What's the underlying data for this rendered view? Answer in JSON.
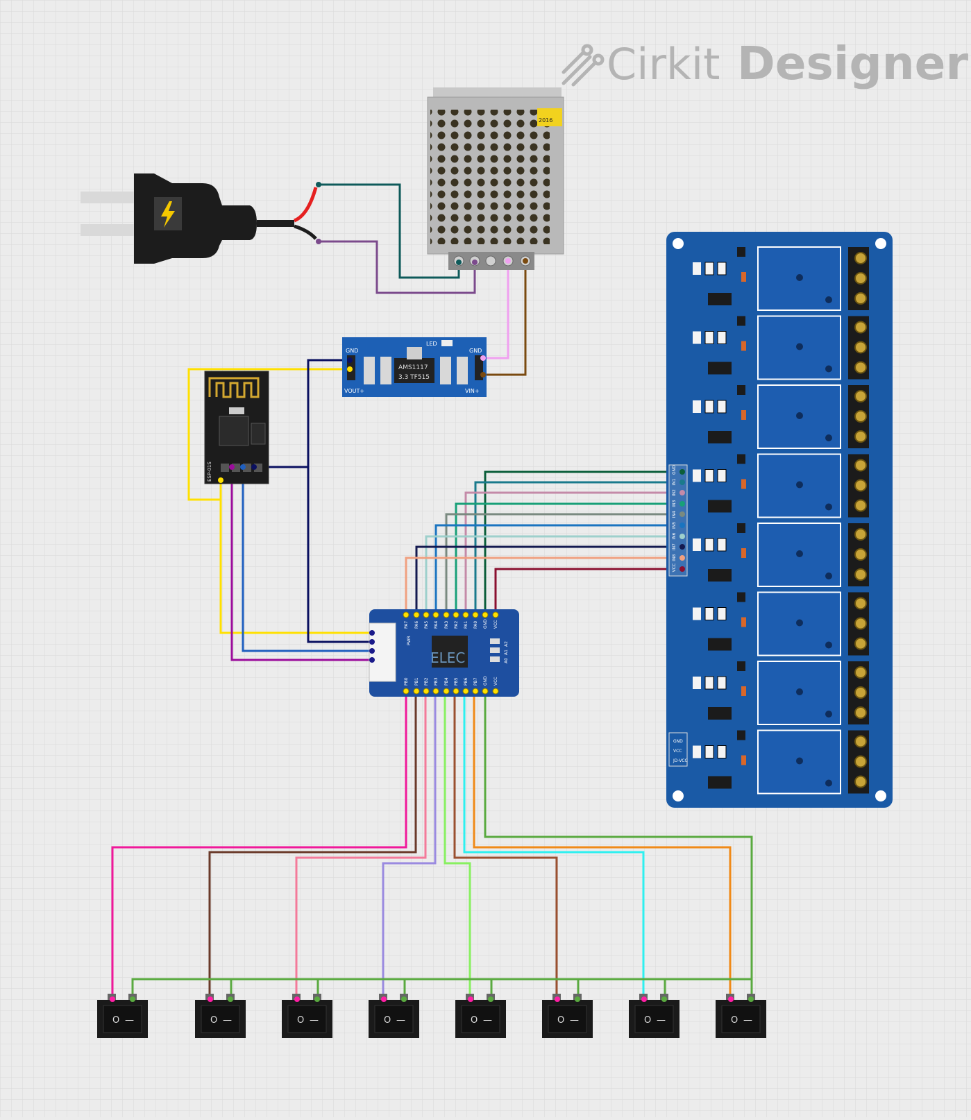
{
  "brand": {
    "name_light": "Cirkit",
    "name_bold": "Designer"
  },
  "psu": {
    "sticker": "2016"
  },
  "regulator": {
    "chip_line1": "AMS1117",
    "chip_line2": "3.3 TF515",
    "led_label": "LED",
    "gnd_left": "GND",
    "gnd_right": "GND",
    "vout_label": "VOUT+",
    "vin_label": "VIN+"
  },
  "esp": {
    "label": "ESP-01S"
  },
  "expander": {
    "logo": "ELEC",
    "top_pins": [
      "PA7",
      "PA6",
      "PA5",
      "PA4",
      "PA3",
      "PA2",
      "PA1",
      "PA0",
      "GND",
      "VCC"
    ],
    "bottom_pins": [
      "PB0",
      "PB1",
      "PB2",
      "PB3",
      "PB4",
      "PB5",
      "PB6",
      "PB7",
      "GND",
      "VCC"
    ],
    "addr_pins": [
      "A2",
      "A1",
      "A0"
    ],
    "pwr_label": "PWR"
  },
  "relay": {
    "input_pins": [
      "GND",
      "IN1",
      "IN2",
      "IN3",
      "IN4",
      "IN5",
      "IN6",
      "IN7",
      "IN8",
      "VCC"
    ],
    "power_pins": [
      "GND",
      "VCC",
      "JD-VCC"
    ]
  },
  "switches": {
    "count": 8,
    "symbol_on": "O",
    "symbol_off": "—"
  },
  "colors": {
    "grid_bg": "#ececec",
    "grid_line": "#d9d9d9",
    "relay_board": "#1a5aa6",
    "expander_board": "#1e4fa0",
    "regulator_board": "#1d60b5",
    "switch_body": "#1a1a1a"
  }
}
